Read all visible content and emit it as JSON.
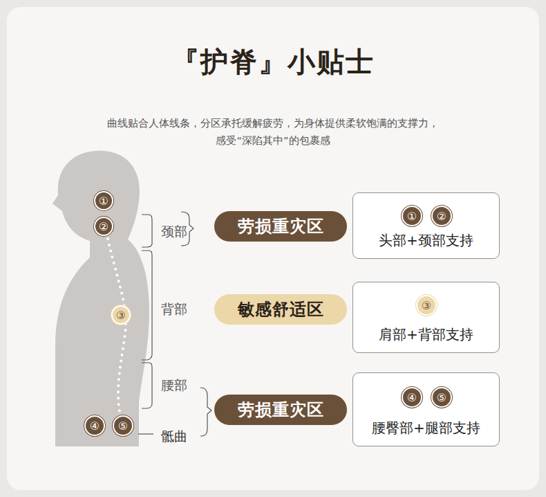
{
  "diagram": {
    "title": "『护脊』小贴士",
    "nodes": [
      {
        "text": [
          "①"
        ]
      },
      {
        "text": [
          "②"
        ]
      },
      {
        "text": [
          "劳损重灾区"
        ]
      },
      {
        "text": [
          "头部+颈部支持"
        ]
      },
      {
        "text": [
          "①"
        ],
        "in": 3
      },
      {
        "text": [
          "②"
        ],
        "in": 3
      },
      {
        "text": [
          "③"
        ]
      },
      {
        "text": [
          "敏感舒适区"
        ]
      },
      {
        "text": [
          "肩部+背部支持"
        ]
      },
      {
        "text": [
          "③"
        ],
        "in": 8
      },
      {
        "text": [
          "④"
        ]
      },
      {
        "text": [
          "⑤"
        ]
      },
      {
        "text": [
          "劳损重灾区"
        ]
      },
      {
        "text": [
          "腰臀部+腿部支持"
        ]
      },
      {
        "text": [
          "④"
        ],
        "in": 13
      },
      {
        "text": [
          "⑤"
        ],
        "in": 13
      }
    ],
    "labels": [
      "曲线贴合人体线条，分区承托缓解疲劳，为身体提供柔软饱满的支撑力，感受“深陷其中”的包裹感",
      "颈部",
      "背部",
      "腰部",
      "骶曲"
    ]
  }
}
